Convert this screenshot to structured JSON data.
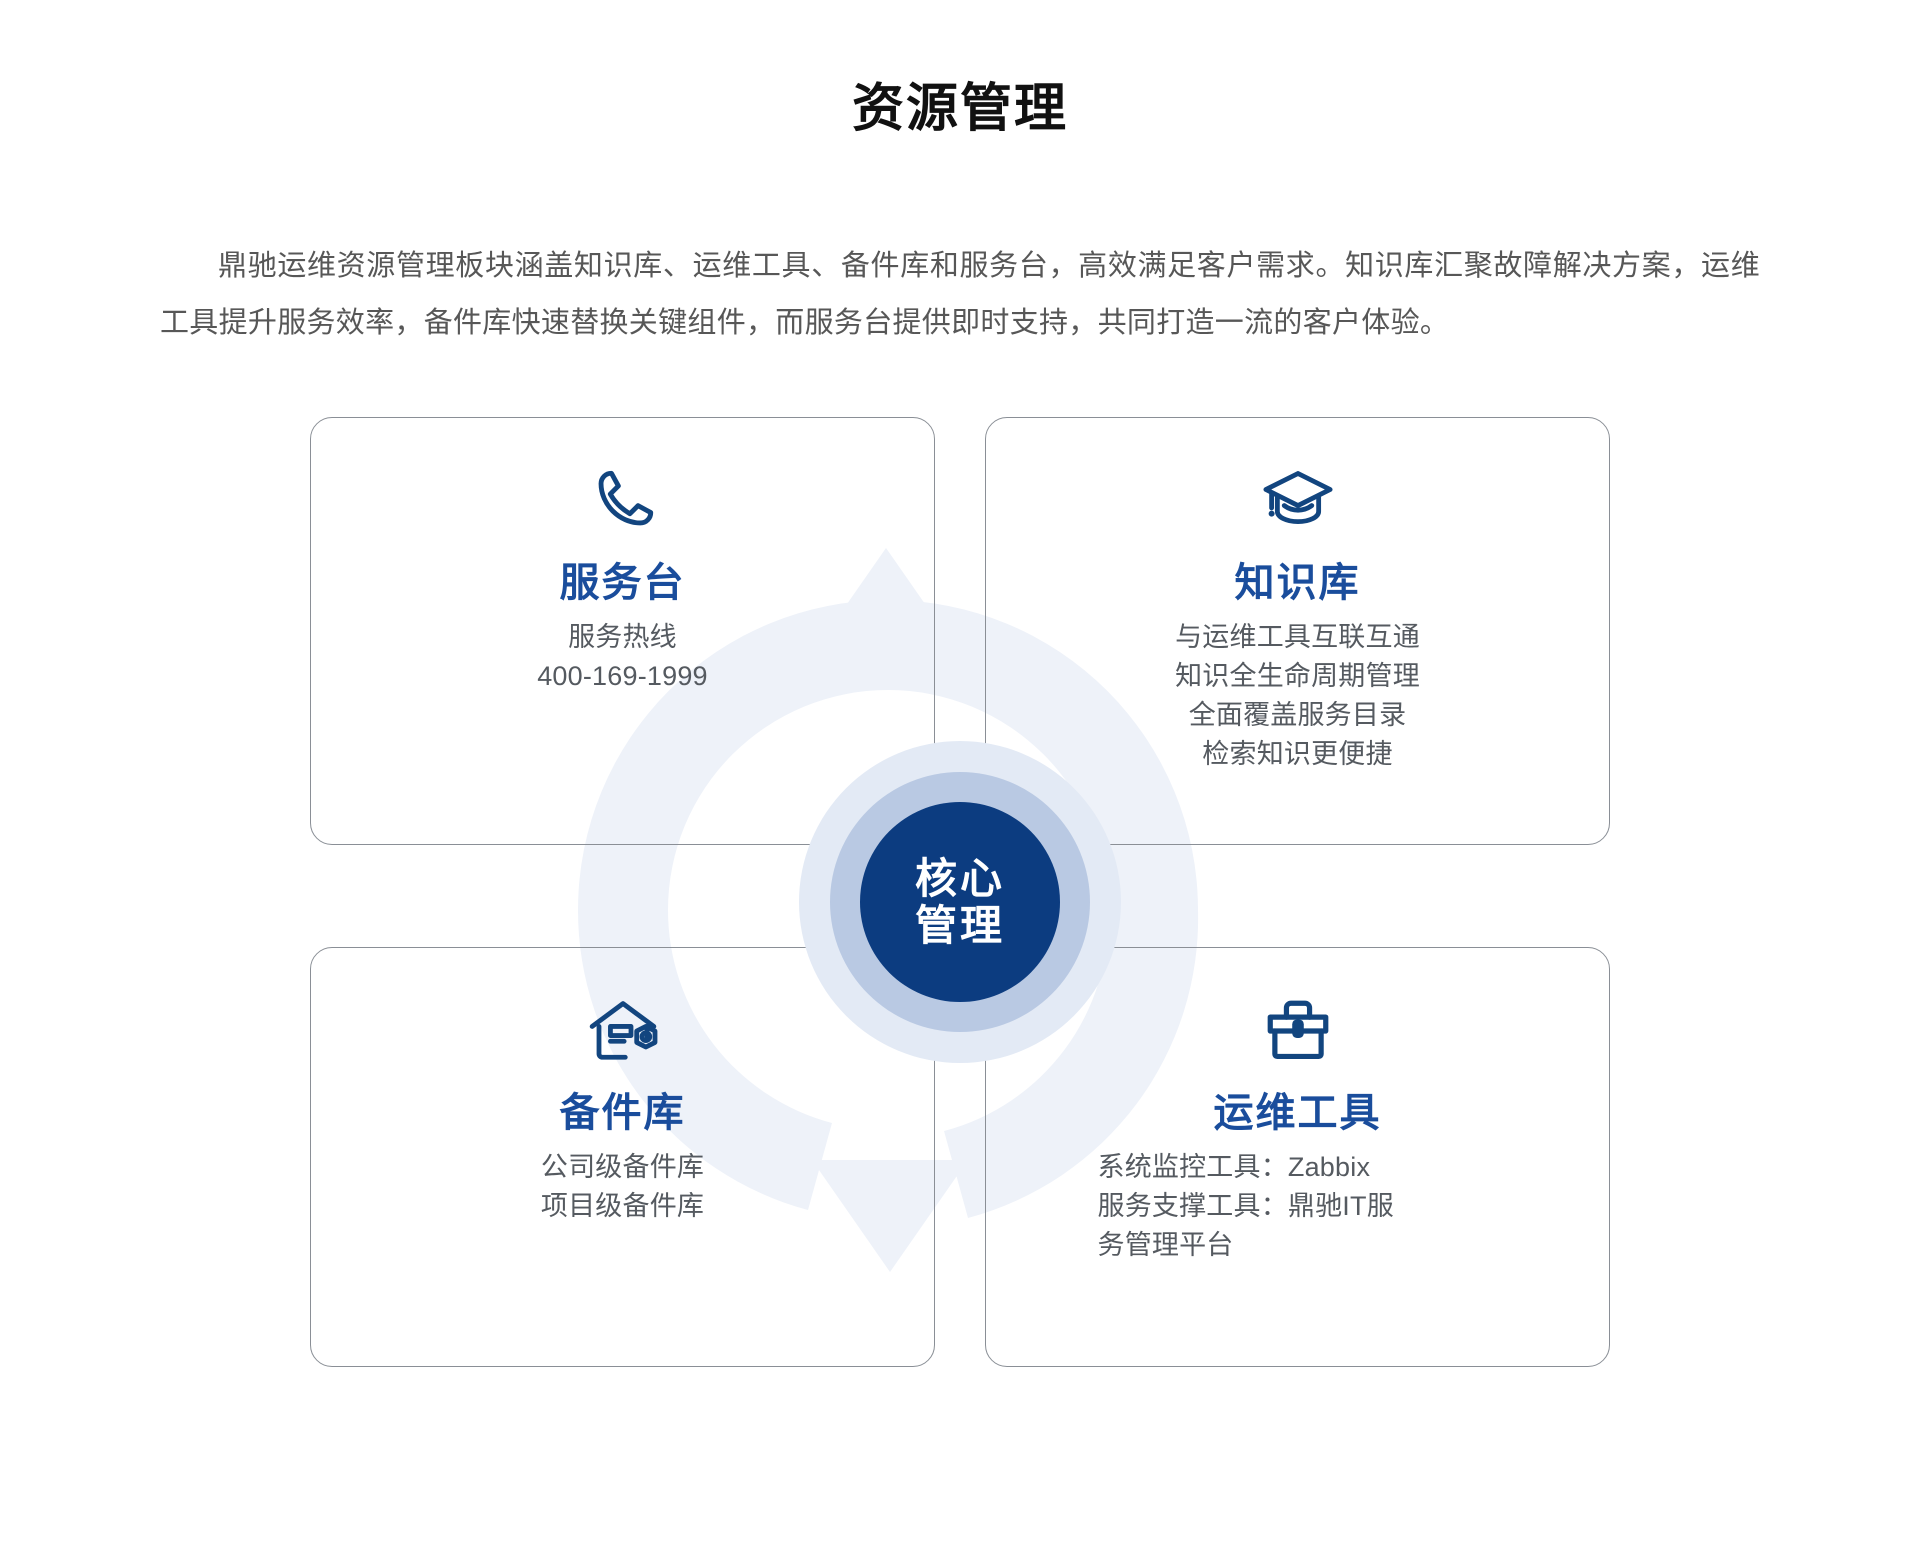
{
  "page": {
    "title": "资源管理",
    "intro": "鼎驰运维资源管理板块涵盖知识库、运维工具、备件库和服务台，高效满足客户需求。知识库汇聚故障解决方案，运维工具提升服务效率，备件库快速替换关键组件，而服务台提供即时支持，共同打造一流的客户体验。",
    "colors": {
      "title_text": "#111111",
      "body_text": "#575757",
      "accent_blue": "#1a4d9c",
      "core_blue": "#0c3c80",
      "ring_mid": "#b9c9e3",
      "ring_outer": "#e3eaf5",
      "card_border": "#8a8f96",
      "watermark": "#eef2f9"
    }
  },
  "core": {
    "line1": "核心",
    "line2": "管理"
  },
  "cards": [
    {
      "id": "service-desk",
      "icon": "phone-icon",
      "title": "服务台",
      "lines": [
        "服务热线",
        "400-169-1999"
      ]
    },
    {
      "id": "knowledge-base",
      "icon": "graduation-cap-icon",
      "title": "知识库",
      "lines": [
        "与运维工具互联互通",
        "知识全生命周期管理",
        "全面覆盖服务目录",
        "检索知识更便捷"
      ]
    },
    {
      "id": "spare-parts",
      "icon": "warehouse-icon",
      "title": "备件库",
      "lines": [
        "公司级备件库",
        "项目级备件库"
      ]
    },
    {
      "id": "ops-tools",
      "icon": "toolbox-icon",
      "title": "运维工具",
      "lines": [
        "系统监控工具：Zabbix",
        "服务支撑工具：鼎驰IT服",
        "务管理平台"
      ]
    }
  ],
  "watermark": {
    "name": "refresh-cycle-arrows-watermark"
  }
}
